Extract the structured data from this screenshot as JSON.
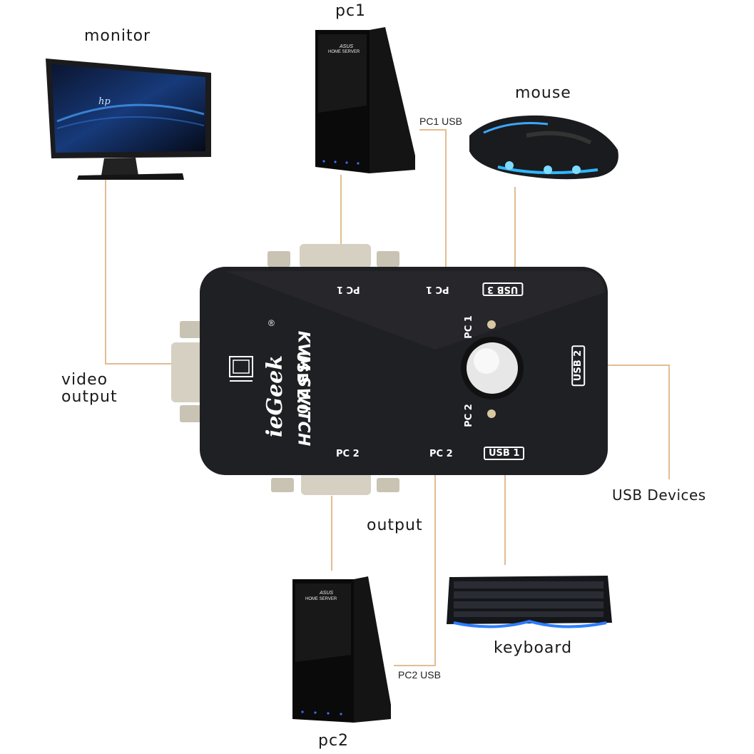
{
  "labels": {
    "monitor": "monitor",
    "pc1": "pc1",
    "mouse": "mouse",
    "pc1_usb": "PC1 USB",
    "video_output_line1": "video",
    "video_output_line2": "output",
    "usb_devices": "USB Devices",
    "output": "output",
    "keyboard": "keyboard",
    "pc2_usb": "PC2 USB",
    "pc2": "pc2"
  },
  "device": {
    "brand": "ieGeek",
    "registered": "®",
    "model": "KVM SWITCH",
    "spec": "USB 2.0",
    "port_pc1_vga": "PC 1",
    "port_pc1_usb": "PC 1",
    "port_usb3": "USB 3",
    "port_usb2": "USB 2",
    "port_usb1": "USB 1",
    "port_pc2_vga": "PC 2",
    "port_pc2_usb": "PC 2",
    "led_pc1": "PC 1",
    "led_pc2": "PC 2"
  },
  "product_marks": {
    "server_brand": "ASUS",
    "server_model": "HOME SERVER",
    "monitor_brand": "hp"
  },
  "colors": {
    "wire": "#e0b98a",
    "device_body": "#1f2024",
    "connector": "#c9c3b4"
  }
}
